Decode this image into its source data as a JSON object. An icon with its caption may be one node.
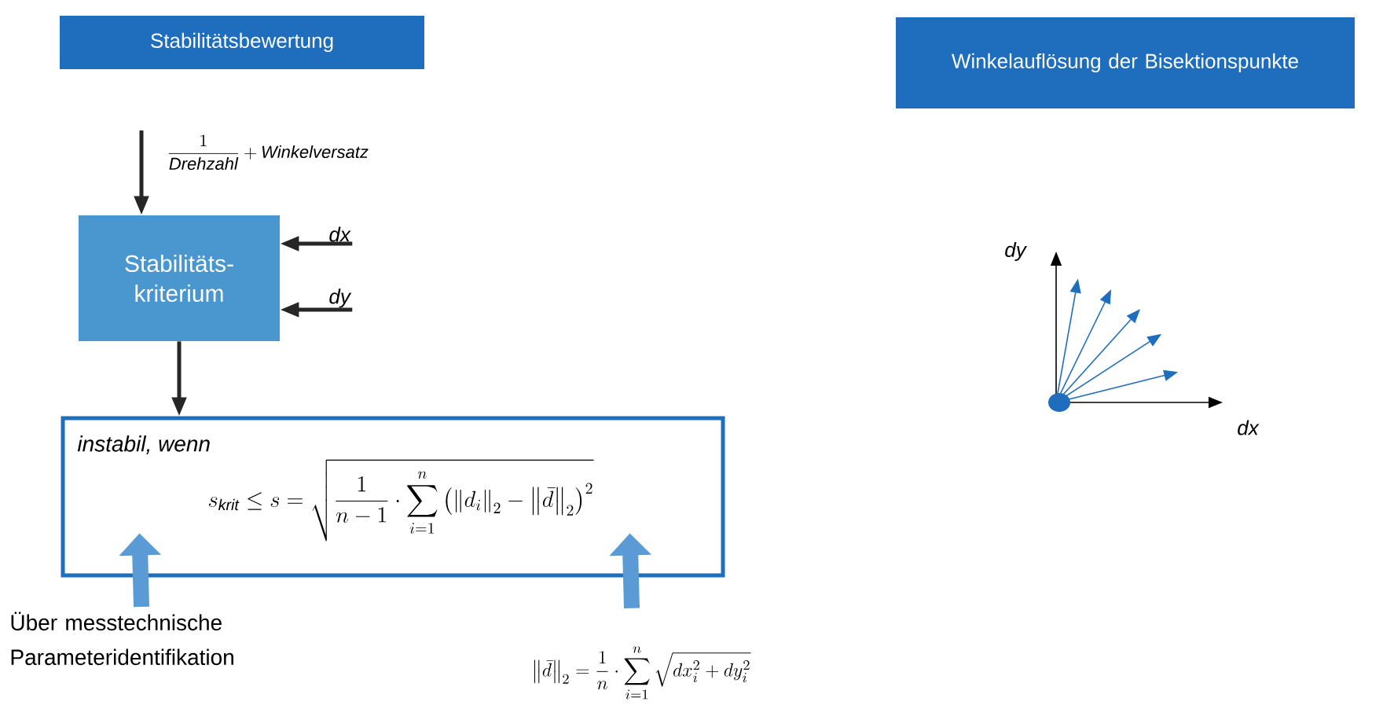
{
  "diagram": {
    "nodes": [
      {
        "text": [
          "Stabilitätsbewertung"
        ]
      },
      {
        "text": [
          "Winkelauflösung der Bisektionspunkte"
        ]
      },
      {
        "text": [
          "\\frac{1}{\\mathit{Drehzahl}}+\\mathit{Winkelversatz}"
        ]
      },
      {
        "text": [
          "Stabilitäts-kriterium"
        ]
      },
      {
        "text": [
          "dx"
        ]
      },
      {
        "text": [
          "dy"
        ]
      },
      {
        "text": [
          "instabil, wenn",
          "s_{\\mathit{krit}} \\le s = \\sqrt{\\frac{1}{n-1}\\cdot\\sum_{i=1}^{n}\\left(\\left\\|d_i\\right\\|_2-\\left\\|\\bar{d}\\right\\|_2\\right)^2}"
        ]
      },
      {
        "text": [
          "Über messtechnische Parameteridentifikation"
        ]
      },
      {
        "text": [
          "\\left\\|\\bar{d}\\right\\|_2=\\frac{1}{n}\\cdot\\sum_{i=1}^{n}\\sqrt{dx_i^2+dy_i^2}"
        ]
      }
    ],
    "edges": [
      {
        "from": 2,
        "to": 3,
        "arrow": "to"
      },
      {
        "from": 4,
        "to": 3,
        "arrow": "to"
      },
      {
        "from": 5,
        "to": 3,
        "arrow": "to"
      },
      {
        "from": 3,
        "to": 6,
        "arrow": "to"
      },
      {
        "from": 7,
        "to": 6,
        "arrow": "to",
        "style": "thick",
        "color": "#5b9bd5"
      },
      {
        "from": 8,
        "to": 6,
        "arrow": "to",
        "style": "thick",
        "color": "#5b9bd5"
      }
    ],
    "labels": [
      "dy",
      "dx"
    ]
  }
}
